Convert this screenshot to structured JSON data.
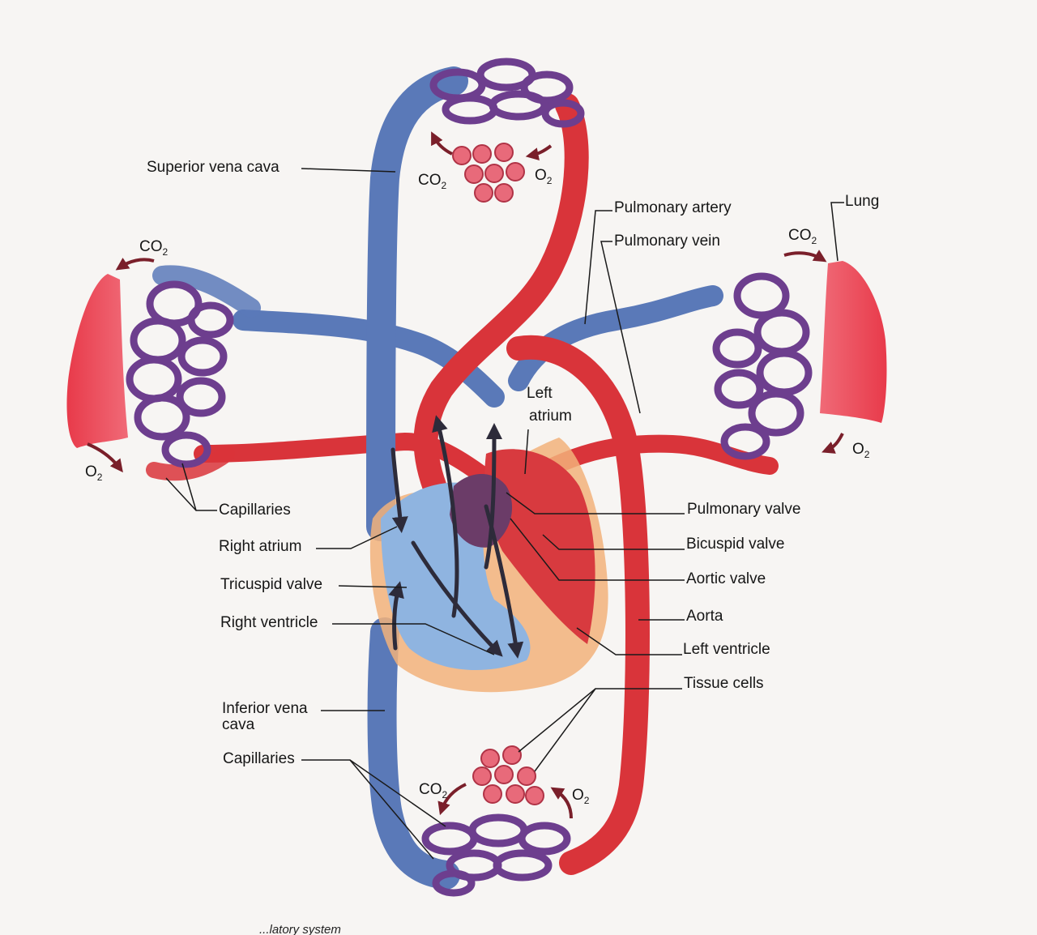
{
  "labels": {
    "superior_vena_cava": "Superior vena cava",
    "pulmonary_artery": "Pulmonary artery",
    "pulmonary_vein": "Pulmonary vein",
    "lung": "Lung",
    "left_atrium_1": "Left",
    "left_atrium_2": "atrium",
    "capillaries_lung": "Capillaries",
    "right_atrium": "Right atrium",
    "tricuspid_valve": "Tricuspid valve",
    "right_ventricle": "Right ventricle",
    "inferior_vena_cava_1": "Inferior vena",
    "inferior_vena_cava_2": "cava",
    "capillaries_body": "Capillaries",
    "pulmonary_valve": "Pulmonary valve",
    "bicuspid_valve": "Bicuspid valve",
    "aortic_valve": "Aortic valve",
    "aorta": "Aorta",
    "left_ventricle": "Left ventricle",
    "tissue_cells": "Tissue cells"
  },
  "gases": {
    "co2": "CO",
    "co2_sub": "2",
    "o2": "O",
    "o2_sub": "2"
  },
  "caption": "...latory system",
  "colors": {
    "oxygenated": "#d9343a",
    "deoxygenated": "#5a79b8",
    "capillary": "#6d3e8e",
    "lung": "#e8424f",
    "heart_wall": "#f2b27a"
  }
}
